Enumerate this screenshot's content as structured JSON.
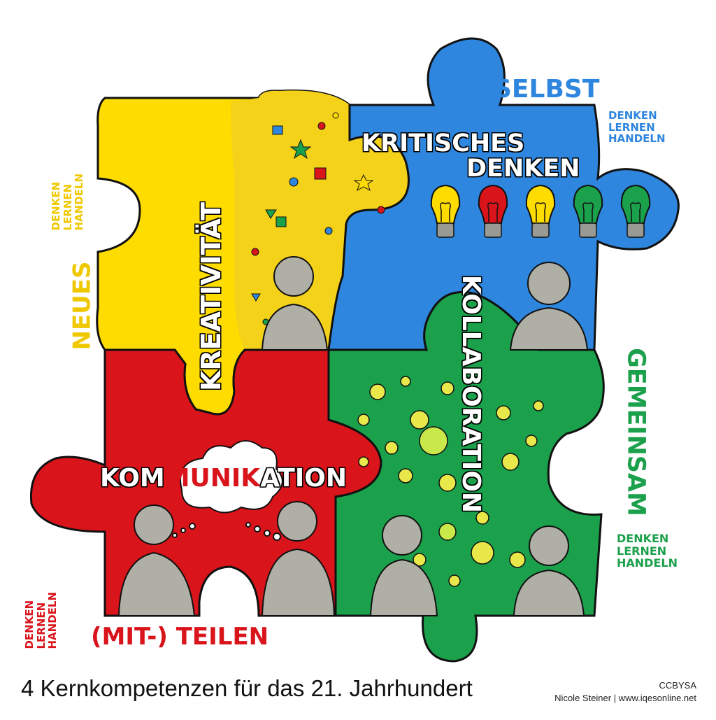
{
  "colors": {
    "yellow": "#FFDC00",
    "blue": "#2E86DE",
    "red": "#D9141B",
    "green": "#1BA04B",
    "figure": "#AFAFA6",
    "outline": "#111111"
  },
  "pieces": {
    "yellow": {
      "title": "KREATIVITÄT",
      "side_word": "NEUES",
      "side_stack": [
        "DENKEN",
        "LERNEN",
        "HANDELN"
      ]
    },
    "blue": {
      "title_line1": "KRITISCHES",
      "title_line2": "DENKEN",
      "side_word": "SELBST",
      "side_stack": [
        "DENKEN",
        "LERNEN",
        "HANDELN"
      ],
      "bulbs": [
        "#FFDC00",
        "#D9141B",
        "#FFDC00",
        "#1BA04B",
        "#1BA04B"
      ]
    },
    "red": {
      "title_pre": "KOM",
      "title_mid": "MUNIK",
      "title_post": "ATION",
      "side_word": "(MIT-) TEILEN",
      "side_stack": [
        "DENKEN",
        "LERNEN",
        "HANDELN"
      ]
    },
    "green": {
      "title": "KOLLABORATION",
      "side_word": "GEMEINSAM",
      "side_stack": [
        "DENKEN",
        "LERNEN",
        "HANDELN"
      ]
    }
  },
  "caption": "4 Kernkompetenzen für das 21. Jahrhundert",
  "credit": {
    "license": "CCBYSA",
    "author": "Nicole Steiner | www.iqesonline.net"
  }
}
